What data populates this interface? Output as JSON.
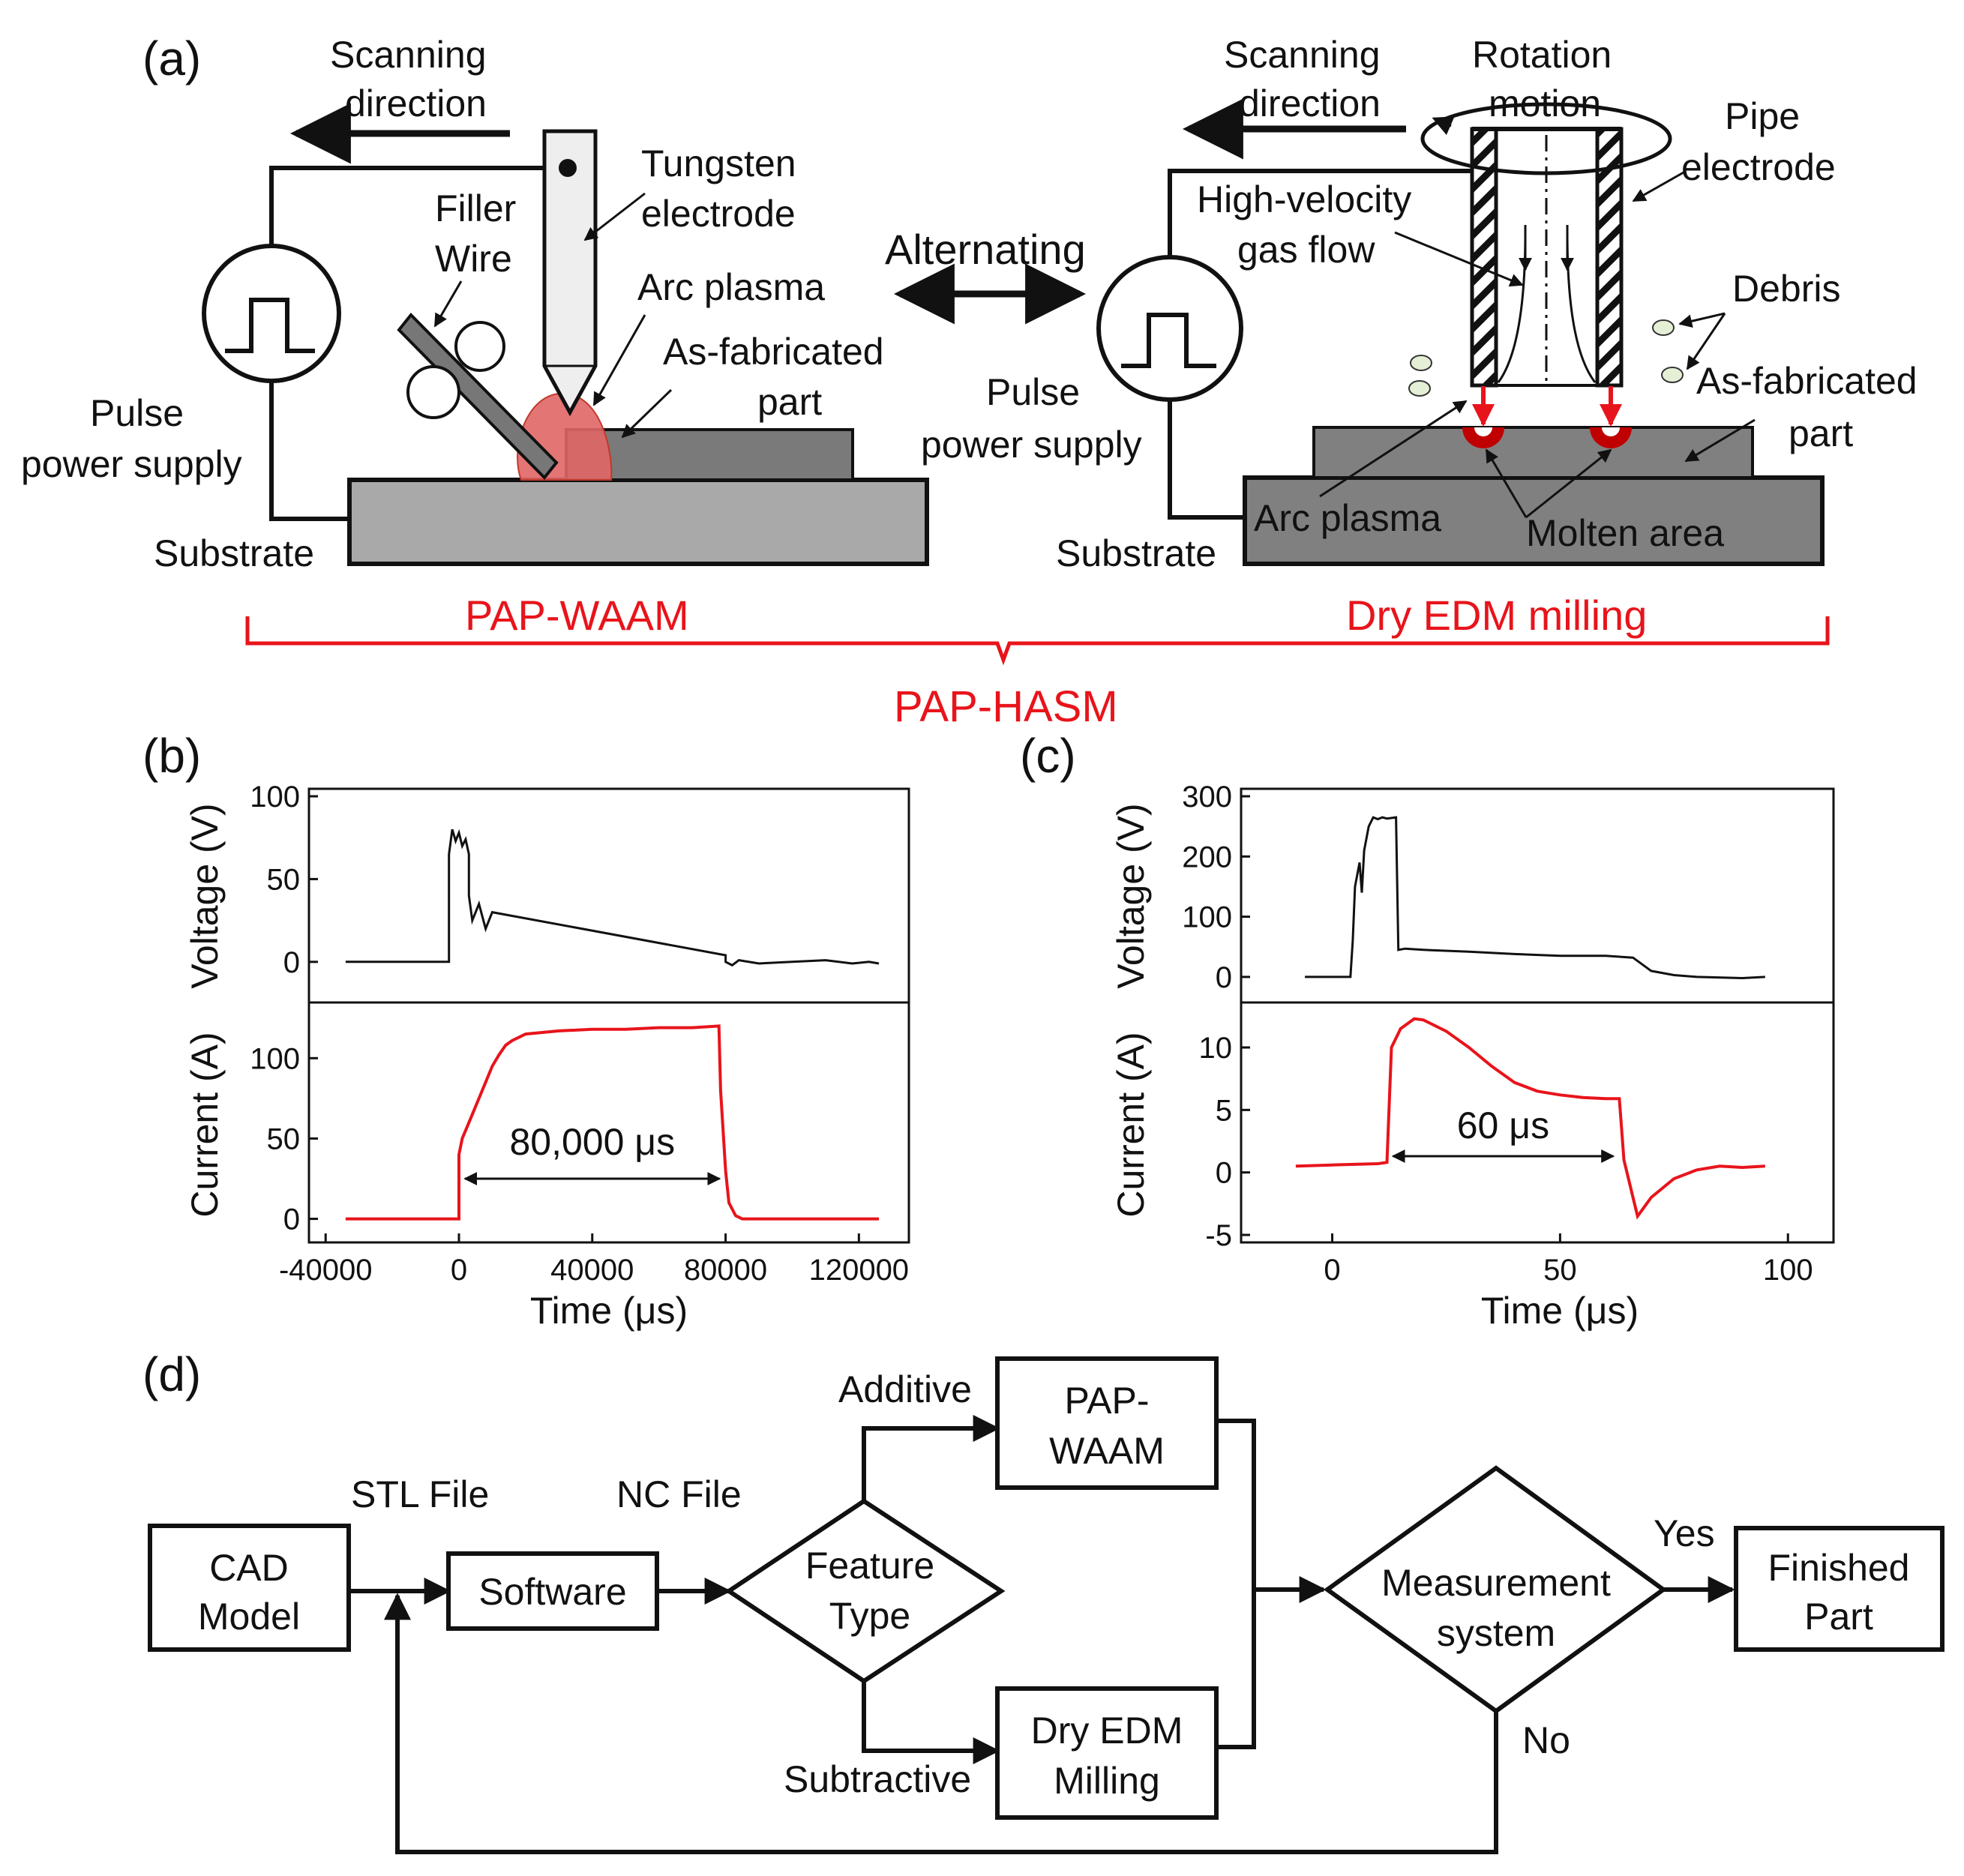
{
  "panels": {
    "a": "(a)",
    "b": "(b)",
    "c": "(c)",
    "d": "(d)"
  },
  "a_left": {
    "scanning": [
      "Scanning",
      "direction"
    ],
    "tungsten": [
      "Tungsten",
      "electrode"
    ],
    "filler": [
      "Filler",
      "Wire"
    ],
    "arc_plasma": "Arc plasma",
    "as_fab": [
      "As-fabricated",
      "part"
    ],
    "pulse": [
      "Pulse",
      "power supply"
    ],
    "substrate": "Substrate"
  },
  "a_center": {
    "alternating": "Alternating"
  },
  "a_right": {
    "scanning": [
      "Scanning",
      "direction"
    ],
    "rotation": [
      "Rotation",
      "motion"
    ],
    "pipe": [
      "Pipe",
      "electrode"
    ],
    "gas": [
      "High-velocity",
      "gas flow"
    ],
    "debris": "Debris",
    "as_fab": [
      "As-fabricated",
      "part"
    ],
    "pulse": [
      "Pulse",
      "power supply"
    ],
    "arc_plasma": "Arc plasma",
    "molten": "Molten area",
    "substrate": "Substrate"
  },
  "brackets": {
    "left": "PAP-WAAM",
    "right": "Dry EDM milling",
    "combined": "PAP-HASM"
  },
  "chart_data": [
    {
      "type": "line",
      "id": "b",
      "xlabel": "Time (μs)",
      "xlim": [
        -45000,
        135000
      ],
      "xticks": [
        -40000,
        0,
        40000,
        80000,
        120000
      ],
      "annotation": "80,000 μs",
      "annotation_span": [
        0,
        80000
      ],
      "top": {
        "ylabel": "Voltage (V)",
        "ylim": [
          -20,
          100
        ],
        "yticks": [
          0,
          50,
          100
        ],
        "color": "#111111",
        "x": [
          -34000,
          -3000,
          -3000,
          -2000,
          -1000,
          0,
          1000,
          2000,
          3000,
          3000,
          4000,
          6000,
          8000,
          10000,
          80000,
          80000,
          82000,
          84000,
          90000,
          100000,
          110000,
          118000,
          123000,
          126000
        ],
        "y": [
          0,
          0,
          65,
          80,
          73,
          78,
          70,
          74,
          65,
          40,
          25,
          35,
          20,
          30,
          4,
          0,
          -2,
          1,
          -1,
          0,
          1,
          -1,
          0,
          -1
        ]
      },
      "bottom": {
        "ylabel": "Current (A)",
        "ylim": [
          -10,
          130
        ],
        "yticks": [
          0,
          50,
          100
        ],
        "color": "#e8141b",
        "x": [
          -34000,
          0,
          0,
          1000,
          2000,
          4000,
          6000,
          8000,
          10000,
          12000,
          14000,
          16000,
          18000,
          20000,
          30000,
          40000,
          50000,
          60000,
          70000,
          78000,
          78500,
          80000,
          81000,
          83000,
          85000,
          100000,
          126000
        ],
        "y": [
          0,
          0,
          40,
          50,
          55,
          65,
          75,
          85,
          95,
          102,
          108,
          111,
          113,
          115,
          117,
          118,
          118,
          119,
          119,
          120,
          80,
          30,
          10,
          2,
          0,
          0,
          0
        ]
      }
    },
    {
      "type": "line",
      "id": "c",
      "xlabel": "Time (μs)",
      "xlim": [
        -20,
        110
      ],
      "xticks": [
        0,
        50,
        100
      ],
      "annotation": "60 μs",
      "annotation_span": [
        12,
        63
      ],
      "top": {
        "ylabel": "Voltage (V)",
        "ylim": [
          -30,
          300
        ],
        "yticks": [
          0,
          100,
          200,
          300
        ],
        "color": "#111111",
        "x": [
          -6,
          4,
          4.5,
          5,
          6,
          6.5,
          7,
          8,
          9,
          10,
          11,
          12,
          14,
          14.5,
          16,
          20,
          30,
          40,
          50,
          60,
          66,
          70,
          75,
          80,
          90,
          95
        ],
        "y": [
          0,
          0,
          60,
          150,
          190,
          140,
          210,
          250,
          265,
          262,
          265,
          263,
          265,
          45,
          47,
          45,
          42,
          38,
          35,
          35,
          32,
          10,
          3,
          0,
          -2,
          0
        ]
      },
      "bottom": {
        "ylabel": "Current (A)",
        "ylim": [
          -5,
          13
        ],
        "yticks": [
          -5,
          0,
          5,
          10
        ],
        "color": "#e8141b",
        "x": [
          -8,
          0,
          10,
          12,
          13,
          15,
          18,
          20,
          25,
          30,
          35,
          40,
          45,
          50,
          55,
          60,
          63,
          64,
          66,
          67,
          68,
          70,
          75,
          80,
          85,
          90,
          95
        ],
        "y": [
          0.5,
          0.6,
          0.7,
          0.8,
          10,
          11.5,
          12.3,
          12.2,
          11.3,
          10,
          8.5,
          7.2,
          6.5,
          6.2,
          6,
          5.9,
          5.9,
          1,
          -2,
          -3.5,
          -3,
          -2,
          -0.5,
          0.2,
          0.5,
          0.4,
          0.5
        ]
      }
    }
  ],
  "flow": {
    "cad": [
      "CAD",
      "Model"
    ],
    "stl": "STL File",
    "software": "Software",
    "nc": "NC File",
    "feature": [
      "Feature",
      "Type"
    ],
    "additive": "Additive",
    "subtractive": "Subtractive",
    "waam": [
      "PAP-",
      "WAAM"
    ],
    "edm": [
      "Dry EDM",
      "Milling"
    ],
    "measure": [
      "Measurement",
      "system"
    ],
    "yes": "Yes",
    "no": "No",
    "finished": [
      "Finished",
      "Part"
    ]
  }
}
